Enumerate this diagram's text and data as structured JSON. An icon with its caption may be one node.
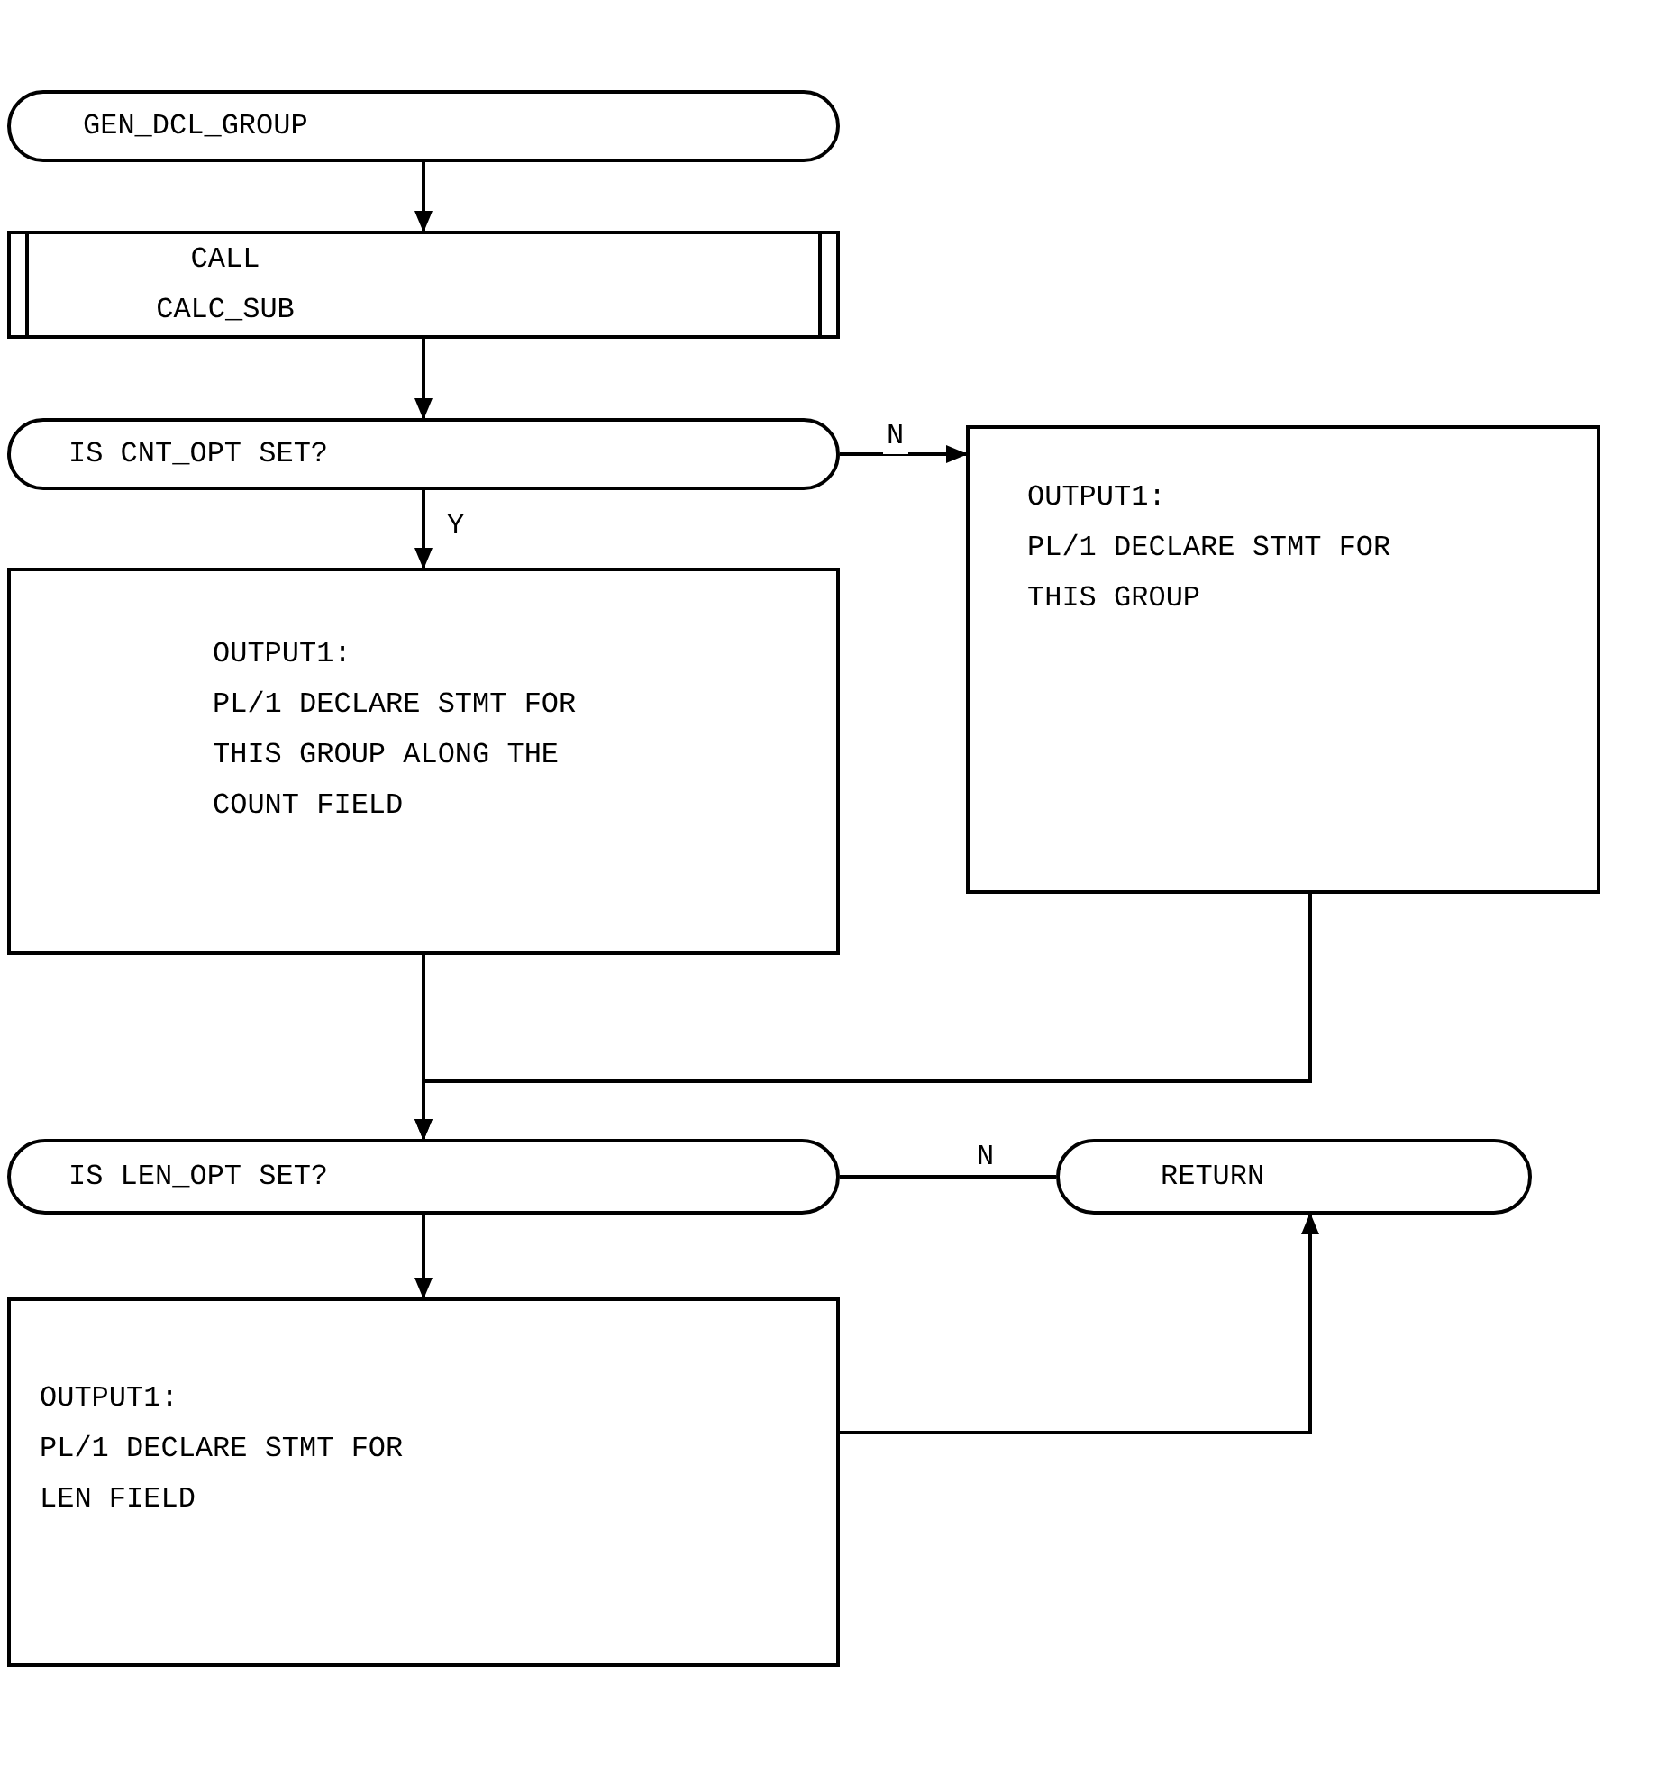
{
  "diagram": {
    "nodes": [
      {
        "text": [
          "GEN_DCL_GROUP"
        ]
      },
      {
        "text": [
          "CALL CALC_SUB"
        ]
      },
      {
        "text": [
          "IS CNT_OPT SET?"
        ]
      },
      {
        "text": [
          "OUTPUT1:",
          "PL/1 DECLARE STMT FOR THIS GROUP"
        ]
      },
      {
        "text": [
          "OUTPUT1:",
          "PL/1 DECLARE STMT FOR THIS GROUP ALONG THE COUNT FIELD"
        ]
      },
      {
        "text": [
          "IS LEN_OPT SET?"
        ]
      },
      {
        "text": [
          "RETURN"
        ]
      },
      {
        "text": [
          "OUTPUT1:",
          "PL/1 DECLARE STMT FOR LEN FIELD"
        ]
      }
    ],
    "edges": [
      {
        "from": 0,
        "to": 1,
        "arrow": "to"
      },
      {
        "from": 1,
        "to": 2,
        "arrow": "to"
      },
      {
        "from": 2,
        "to": 3,
        "arrow": "to",
        "label": "N"
      },
      {
        "from": 2,
        "to": 4,
        "arrow": "to",
        "label": "Y"
      },
      {
        "from": 4,
        "to": 5,
        "arrow": "to"
      },
      {
        "from": 3,
        "to": 5,
        "arrow": "to"
      },
      {
        "from": 5,
        "to": 6,
        "arrow": "none",
        "label": "N"
      },
      {
        "from": 5,
        "to": 7,
        "arrow": "to"
      },
      {
        "from": 7,
        "to": 6,
        "arrow": "to"
      }
    ]
  }
}
